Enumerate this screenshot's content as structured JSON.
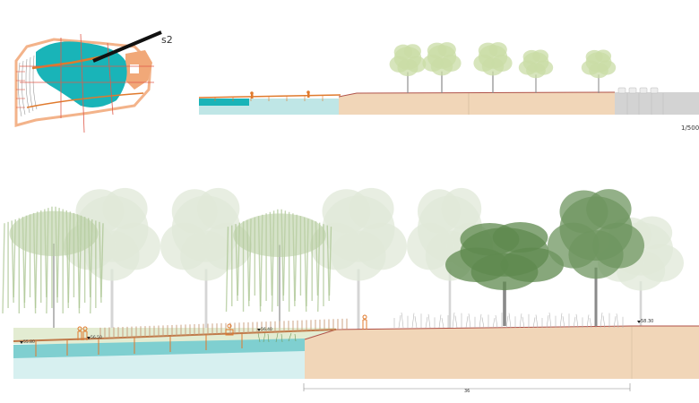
{
  "key_plan": {
    "section_label": "s2"
  },
  "upper_section": {
    "scale_label": "1/500"
  },
  "lower_section": {
    "elevations": [
      "55.80",
      "56.50",
      "56.40",
      "58.30"
    ],
    "dimension_label": "36"
  },
  "colors": {
    "water": "#19b4b8",
    "water_light": "#bfe6e6",
    "earth": "#f1d6b8",
    "deck": "#e07a2d",
    "tree_green": "#9ec07a",
    "willow": "#b9cfa3"
  }
}
